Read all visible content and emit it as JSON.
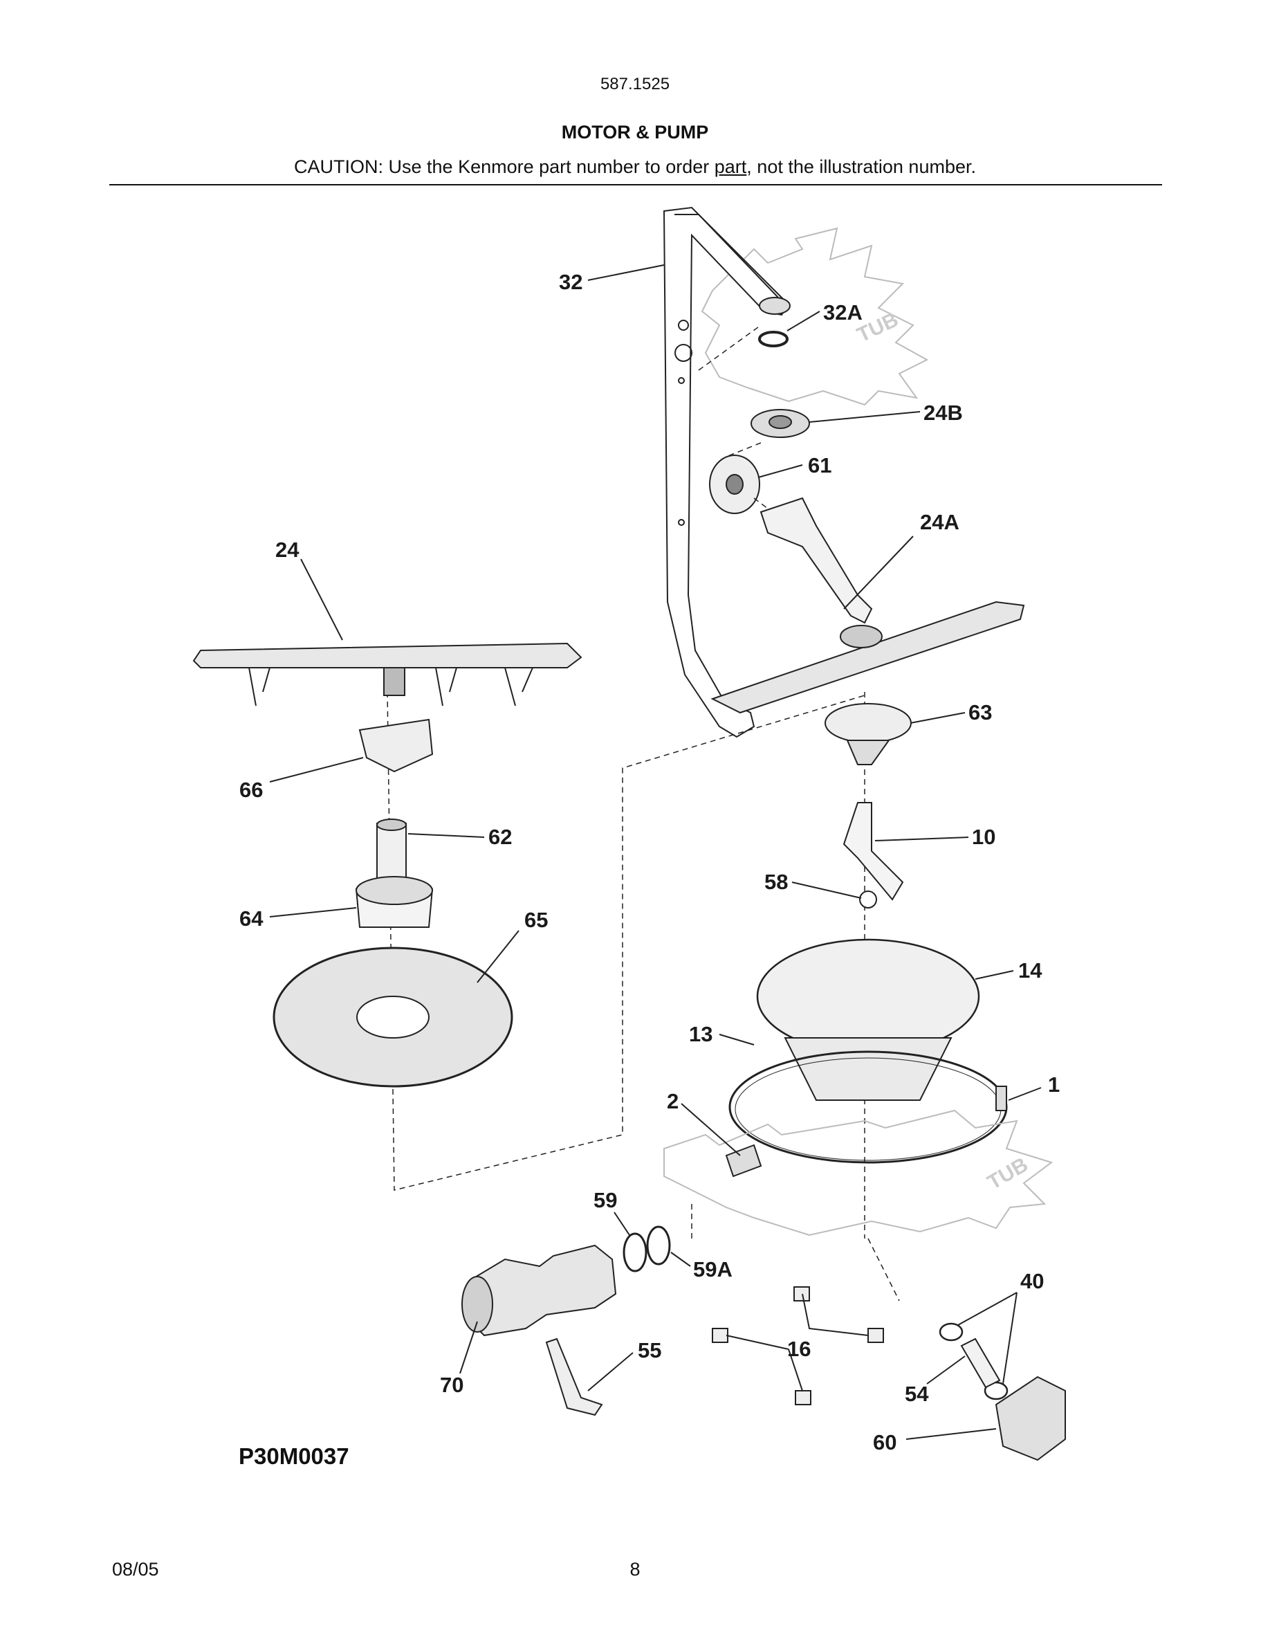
{
  "header": {
    "model": "587.1525",
    "title": "MOTOR & PUMP",
    "caution_before": "CAUTION: Use the Kenmore part number to order ",
    "caution_link": "part",
    "caution_after": ", not the illustration number."
  },
  "diagram": {
    "tub_label_1": "TUB",
    "tub_label_2": "TUB",
    "figure_id": "P30M0037",
    "callouts": {
      "c32": "32",
      "c32a": "32A",
      "c24b": "24B",
      "c61": "61",
      "c24a": "24A",
      "c24": "24",
      "c63": "63",
      "c66": "66",
      "c62": "62",
      "c10": "10",
      "c58": "58",
      "c64": "64",
      "c65": "65",
      "c14": "14",
      "c13": "13",
      "c1": "1",
      "c2": "2",
      "c59": "59",
      "c59a": "59A",
      "c40": "40",
      "c16": "16",
      "c55": "55",
      "c70": "70",
      "c54": "54",
      "c60": "60"
    }
  },
  "footer": {
    "date": "08/05",
    "page": "8"
  }
}
